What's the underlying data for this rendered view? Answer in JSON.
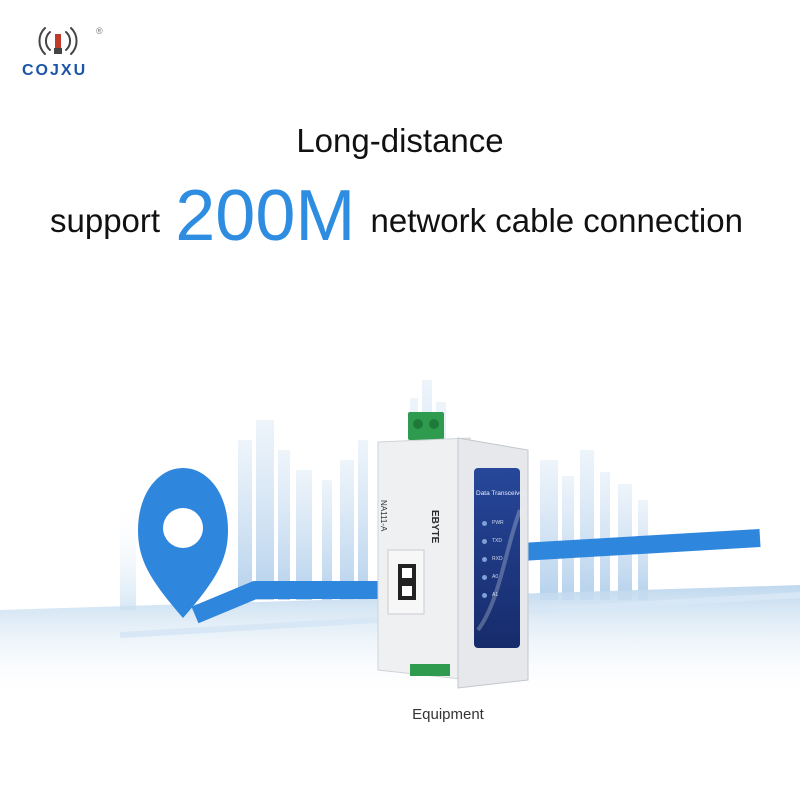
{
  "brand": {
    "name": "COJXU",
    "registered": "®"
  },
  "headline": "Long-distance",
  "subline": {
    "prefix": "support",
    "highlight": "200M",
    "suffix": "network cable connection"
  },
  "device": {
    "model": "NA111-A",
    "brand_mark": "EBYTE",
    "panel_title": "Data Transceiver",
    "leds": [
      "PWR",
      "TXD",
      "RXD",
      "A0",
      "A1"
    ]
  },
  "caption": "Equipment",
  "colors": {
    "accent": "#2e8de0",
    "logo": "#1a55a6",
    "device_panel": "#1c3f8e"
  },
  "icons": [
    "signal-tower-icon",
    "map-pin-icon"
  ]
}
